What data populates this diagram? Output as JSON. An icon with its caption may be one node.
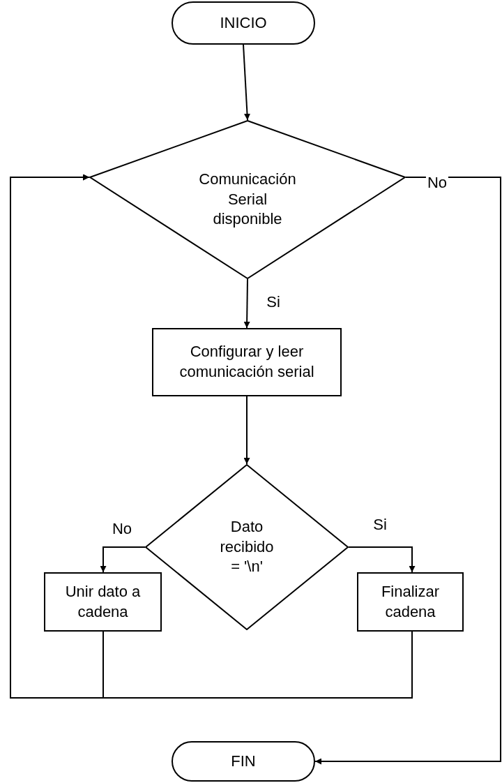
{
  "diagram": {
    "nodes": [
      {
        "text": [
          "INICIO"
        ]
      },
      {
        "text": [
          "Comunicación Serial disponible"
        ]
      },
      {
        "text": [
          "Configurar y leer comunicación serial"
        ]
      },
      {
        "text": [
          "Dato recibido = '\\n'"
        ]
      },
      {
        "text": [
          "Unir dato a cadena"
        ]
      },
      {
        "text": [
          "Finalizar cadena"
        ]
      },
      {
        "text": [
          "FIN"
        ]
      }
    ],
    "edges": [
      {
        "from": 0,
        "to": 1,
        "arrow": "to"
      },
      {
        "from": 1,
        "to": 6,
        "arrow": "to",
        "label": "No"
      },
      {
        "from": 1,
        "to": 2,
        "arrow": "to",
        "label": "Si"
      },
      {
        "from": 2,
        "to": 3,
        "arrow": "to"
      },
      {
        "from": 3,
        "to": 4,
        "arrow": "to",
        "label": "No"
      },
      {
        "from": 3,
        "to": 5,
        "arrow": "to",
        "label": "Si"
      },
      {
        "from": 4,
        "to": 1,
        "arrow": "to"
      },
      {
        "from": 5,
        "to": 1,
        "arrow": "to"
      }
    ]
  }
}
